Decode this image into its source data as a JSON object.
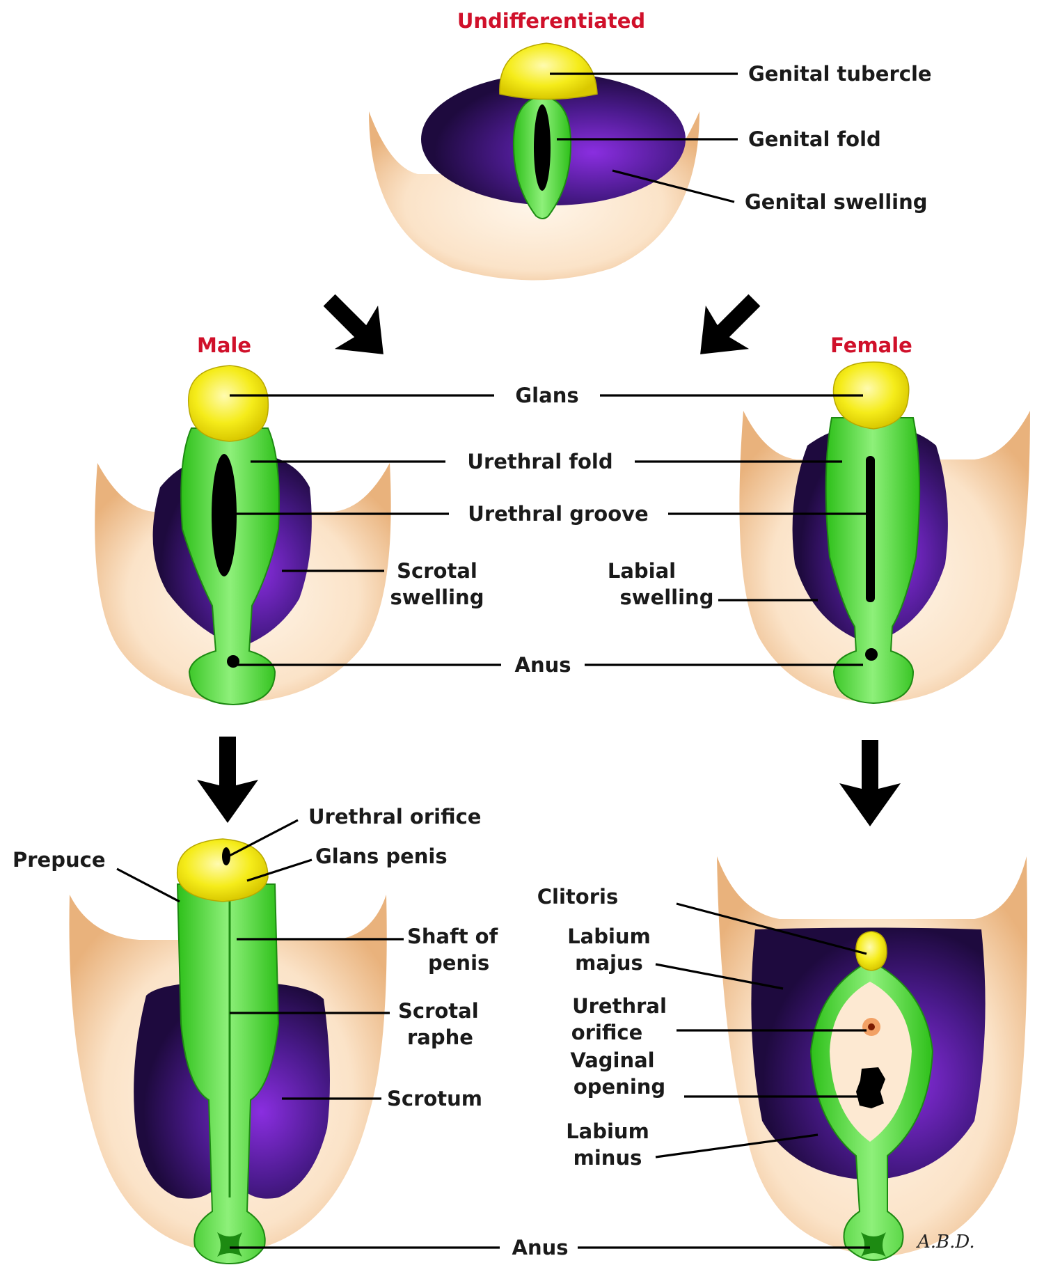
{
  "titles": {
    "undifferentiated": "Undifferentiated",
    "male": "Male",
    "female": "Female"
  },
  "undifferentiated_labels": {
    "genital_tubercle": "Genital tubercle",
    "genital_fold": "Genital fold",
    "genital_swelling": "Genital swelling"
  },
  "middle_labels": {
    "glans": "Glans",
    "urethral_fold": "Urethral fold",
    "urethral_groove": "Urethral groove",
    "scrotal_swelling": [
      "Scrotal",
      "swelling"
    ],
    "labial_swelling": [
      "Labial",
      "swelling"
    ],
    "anus": "Anus"
  },
  "male_labels": {
    "urethral_orifice": "Urethral orifice",
    "glans_penis": "Glans penis",
    "prepuce": "Prepuce",
    "shaft_of_penis": [
      "Shaft of",
      "penis"
    ],
    "scrotal_raphe": [
      "Scrotal",
      "raphe"
    ],
    "scrotum": "Scrotum"
  },
  "female_labels": {
    "clitoris": "Clitoris",
    "labium_majus": [
      "Labium",
      "majus"
    ],
    "urethral_orifice": [
      "Urethral",
      "orifice"
    ],
    "vaginal_opening": [
      "Vaginal",
      "opening"
    ],
    "labium_minus": [
      "Labium",
      "minus"
    ]
  },
  "bottom_labels": {
    "anus": "Anus"
  },
  "signature": "A.B.D.",
  "colors": {
    "title_red": "#d0102a",
    "skin": "#f2c79a",
    "purple": "#3a1670",
    "green": "#3fd62a",
    "yellow": "#f5ec1a"
  }
}
